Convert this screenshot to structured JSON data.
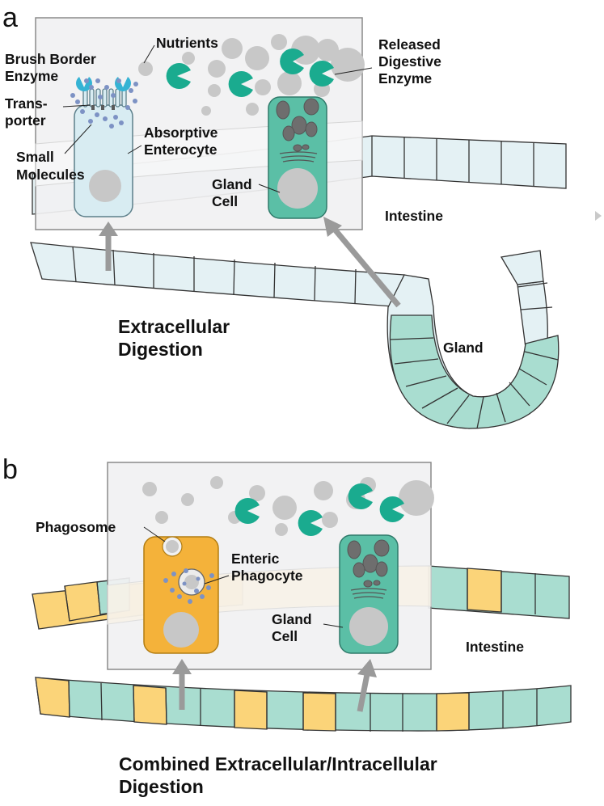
{
  "panel_a": {
    "letter": "a",
    "labels": {
      "brush_border_l1": "Brush Border",
      "brush_border_l2": "Enzyme",
      "transporter_l1": "Trans-",
      "transporter_l2": "porter",
      "small_molecules_l1": "Small",
      "small_molecules_l2": "Molecules",
      "nutrients": "Nutrients",
      "released_l1": "Released",
      "released_l2": "Digestive",
      "released_l3": "Enzyme",
      "absorptive_l1": "Absorptive",
      "absorptive_l2": "Enterocyte",
      "gland_cell_l1": "Gland",
      "gland_cell_l2": "Cell",
      "intestine": "Intestine",
      "gland": "Gland",
      "caption_l1": "Extracellular",
      "caption_l2": "Digestion"
    }
  },
  "panel_b": {
    "letter": "b",
    "labels": {
      "phagosome": "Phagosome",
      "enteric_l1": "Enteric",
      "enteric_l2": "Phagocyte",
      "gland_cell_l1": "Gland",
      "gland_cell_l2": "Cell",
      "intestine": "Intestine",
      "caption_l1": "Combined Extracellular/Intracellular",
      "caption_l2": "Digestion"
    }
  },
  "colors": {
    "absorptive_cell": "#d8ecf2",
    "gland_cell": "#5bbfa6",
    "phagocyte": "#f4b23a",
    "enzyme_teal": "#1aab8f",
    "brush_enzyme_cyan": "#35b3d4",
    "nutrient_gray": "#c8c8c8",
    "molecule_blue": "#7d92c4",
    "tissue_light": "#e4f1f4",
    "tissue_teal": "#a9ddd0",
    "tissue_yellow": "#fbd479",
    "arrow_gray": "#9a9a9a"
  },
  "icons": {
    "right_edge_marker": "triangle-right-icon"
  }
}
